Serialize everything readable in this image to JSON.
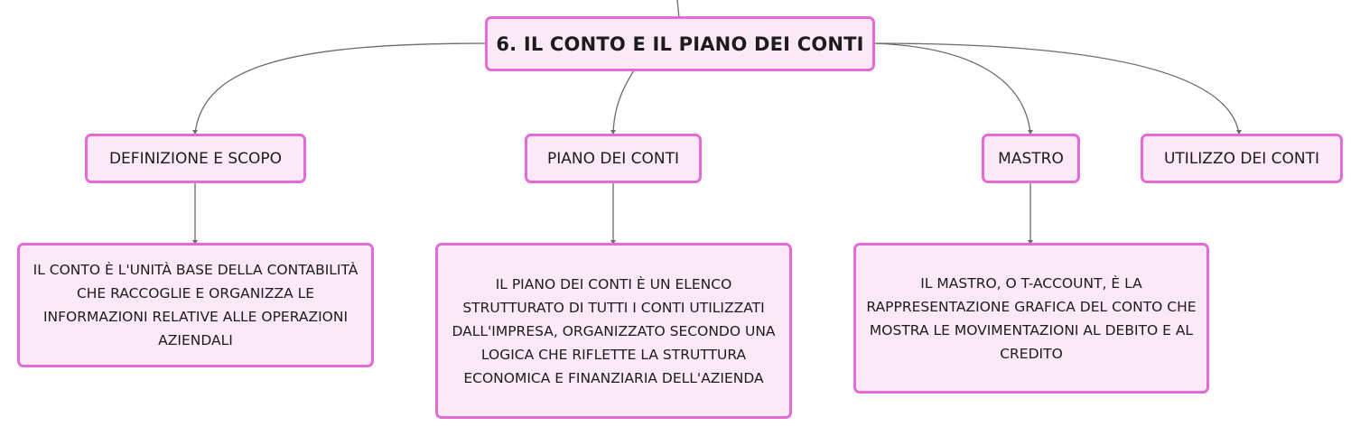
{
  "map": {
    "root": "6. IL CONTO E IL PIANO DEI CONTI",
    "topics": {
      "definizione": "DEFINIZIONE E SCOPO",
      "piano": "PIANO DEI CONTI",
      "mastro": "MASTRO",
      "utilizzo": "UTILIZZO DEI CONTI"
    },
    "details": {
      "definizione": "IL CONTO È L'UNITÀ BASE DELLA CONTABILITÀ CHE RACCOGLIE E ORGANIZZA LE INFORMAZIONI RELATIVE ALLE OPERAZIONI AZIENDALI",
      "piano": "IL PIANO DEI CONTI È UN ELENCO STRUTTURATO DI TUTTI I CONTI UTILIZZATI DALL'IMPRESA, ORGANIZZATO SECONDO UNA LOGICA CHE RIFLETTE LA STRUTTURA ECONOMICA E FINANZIARIA DELL'AZIENDA",
      "mastro": "IL MASTRO, O T-ACCOUNT, È LA RAPPRESENTAZIONE GRAFICA DEL CONTO CHE MOSTRA LE MOVIMENTAZIONI AL DEBITO E AL CREDITO"
    }
  },
  "colors": {
    "node_fill": "#fbe9f7",
    "node_border": "#e46bd6",
    "connector": "#6b6b6b",
    "text": "#1c1c1c"
  }
}
